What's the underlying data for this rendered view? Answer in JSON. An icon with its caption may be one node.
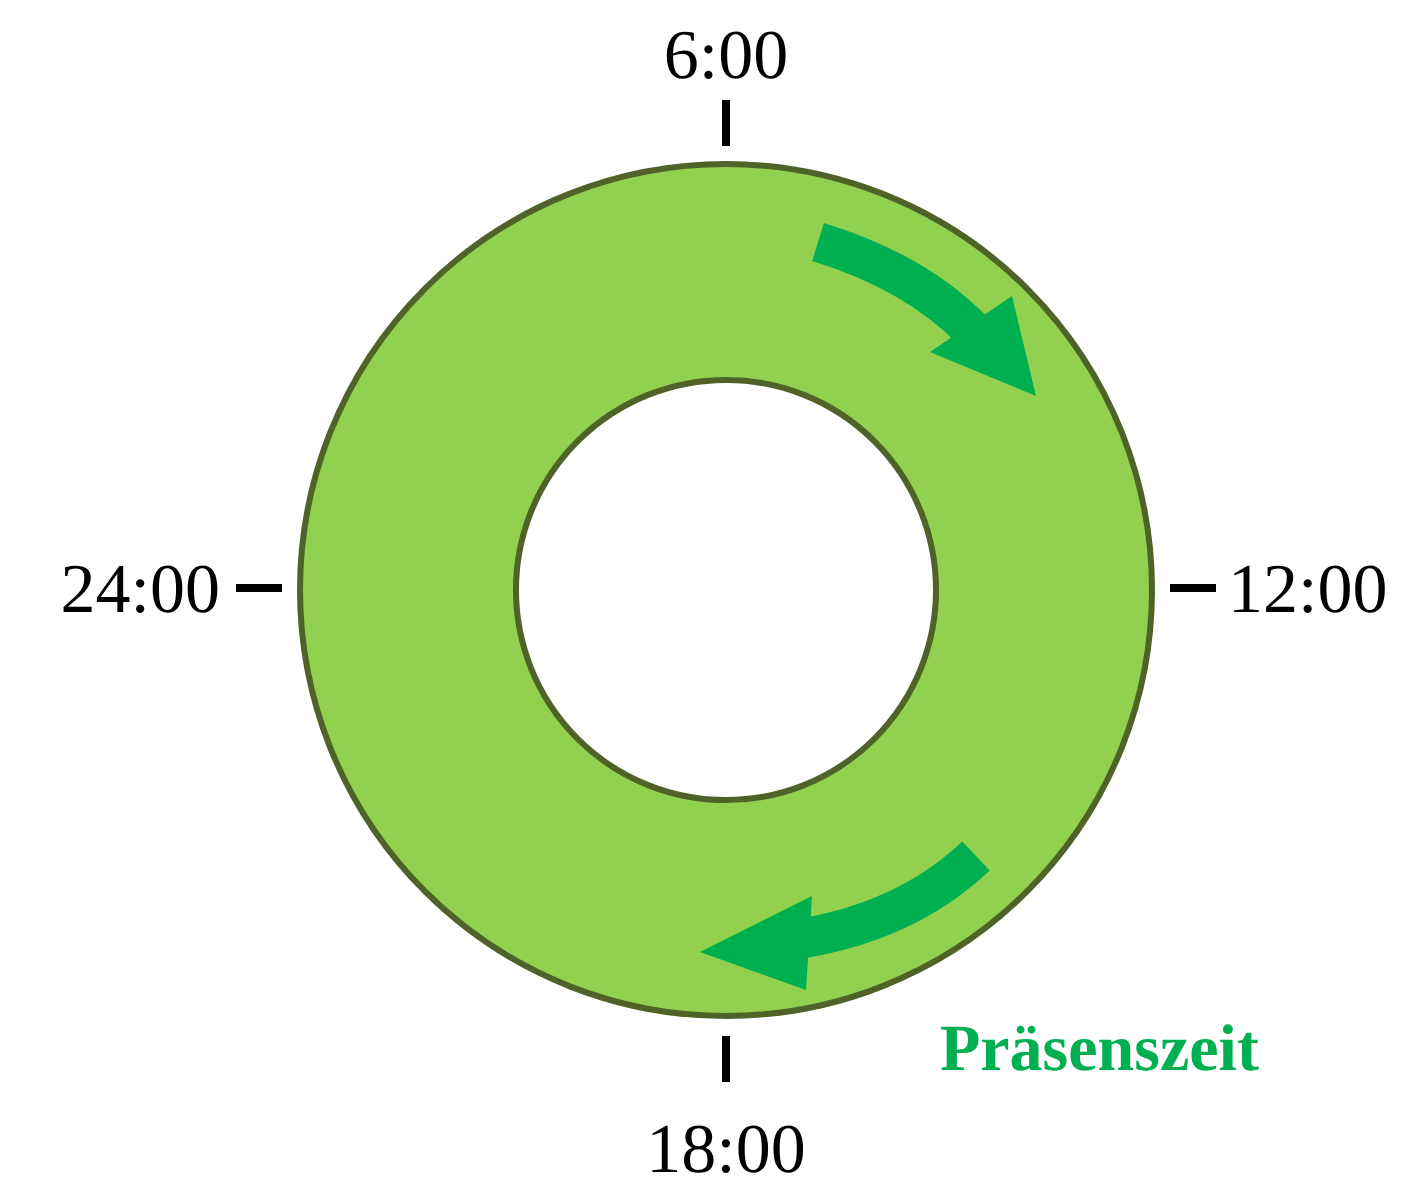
{
  "diagram": {
    "labels": [
      "6:00",
      "24:00",
      "12:00",
      "18:00",
      "Präsenszeit"
    ]
  }
}
